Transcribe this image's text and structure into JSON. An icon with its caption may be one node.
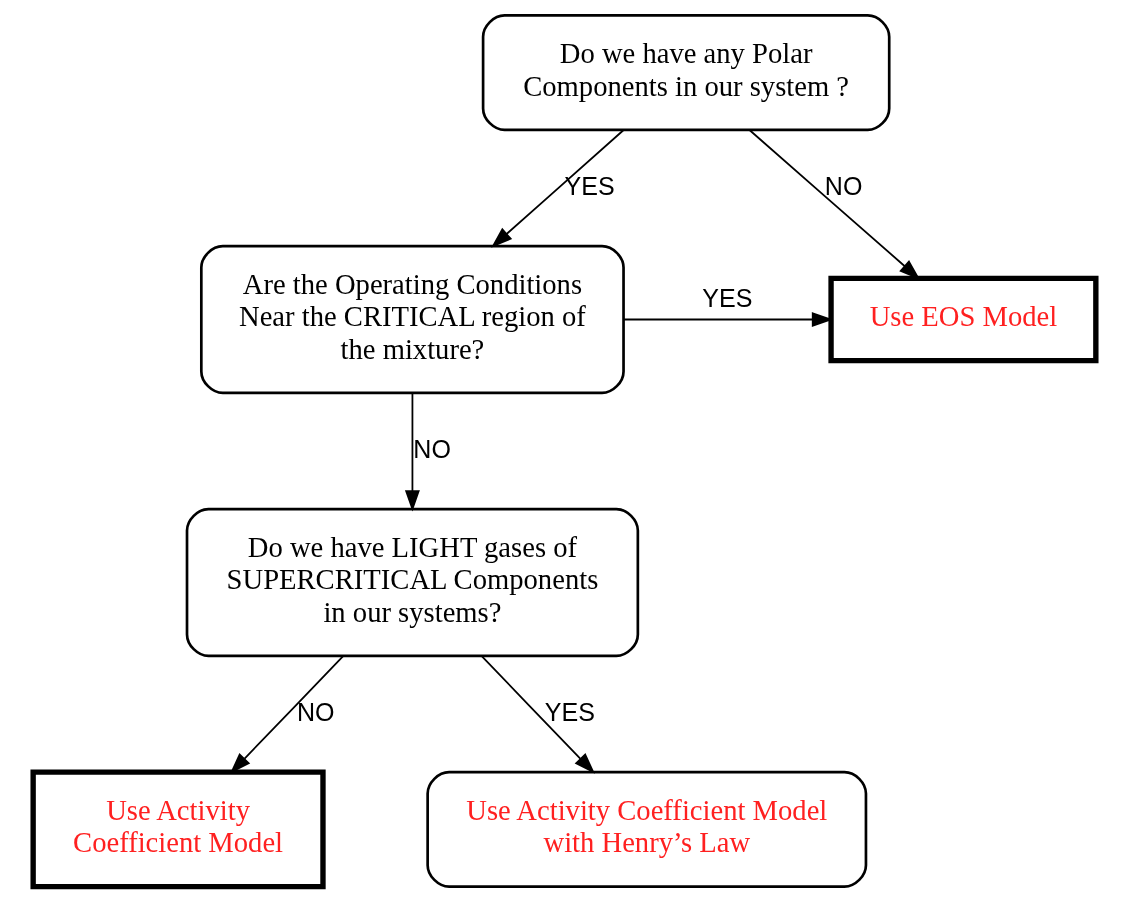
{
  "diagram": {
    "nodes": [
      {
        "text": [
          "Do we have any Polar Components in our system ?"
        ]
      },
      {
        "text": [
          "Use EOS Model"
        ]
      },
      {
        "text": [
          "Are the Operating Conditions Near the CRITICAL region of the mixture?"
        ]
      },
      {
        "text": [
          "Do we have LIGHT gases of SUPERCRITICAL Components in our systems?"
        ]
      },
      {
        "text": [
          "Use Activity Coefficient Model"
        ]
      },
      {
        "text": [
          "Use Activity Coefficient Model with Henry’s Law"
        ]
      }
    ],
    "edges": [
      {
        "from": 0,
        "to": 1,
        "arrow": "to",
        "label": "NO"
      },
      {
        "from": 0,
        "to": 2,
        "arrow": "to",
        "label": "YES"
      },
      {
        "from": 2,
        "to": 1,
        "arrow": "to",
        "label": "YES"
      },
      {
        "from": 2,
        "to": 3,
        "arrow": "to",
        "label": "NO"
      },
      {
        "from": 3,
        "to": 4,
        "arrow": "to",
        "label": "NO"
      },
      {
        "from": 3,
        "to": 5,
        "arrow": "to",
        "label": "YES"
      }
    ]
  }
}
